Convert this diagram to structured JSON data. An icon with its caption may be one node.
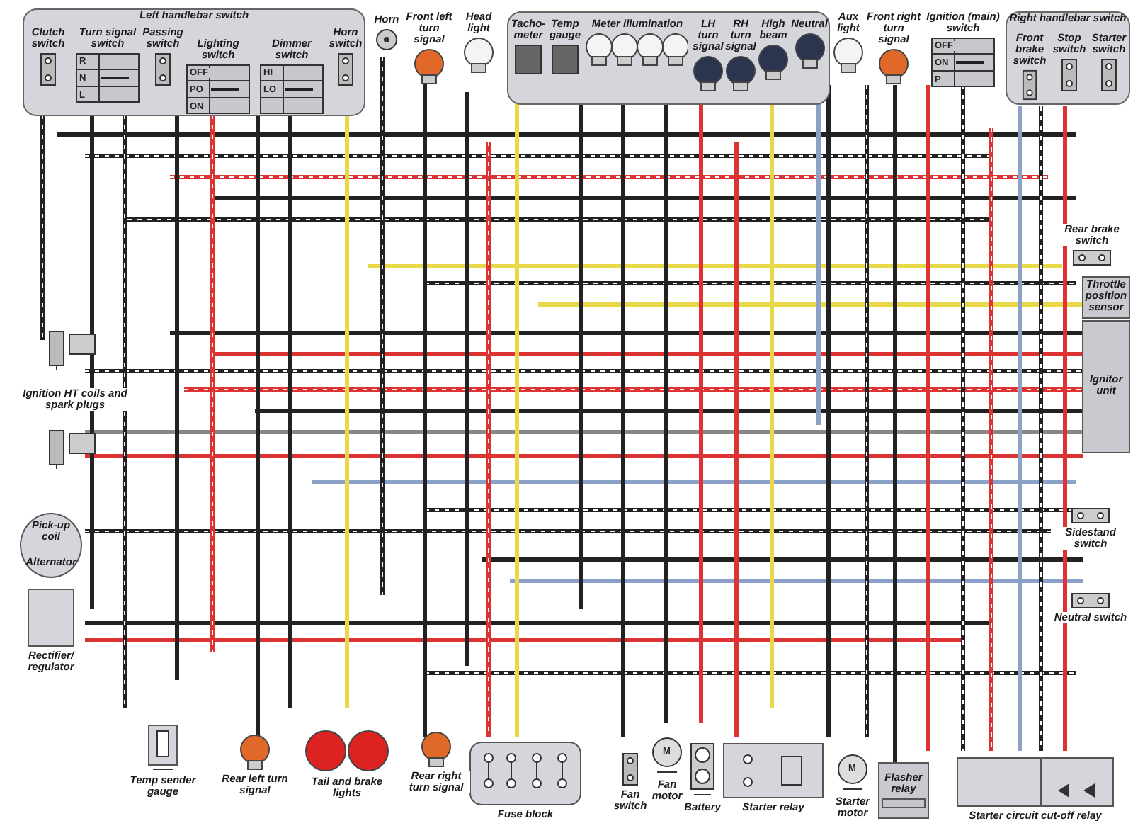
{
  "diagram": {
    "nodes": [
      {
        "text": [
          "Left handlebar switch"
        ]
      },
      {
        "text": [
          "Clutch switch"
        ],
        "in": 0
      },
      {
        "text": [
          "Turn signal switch"
        ],
        "in": 0
      },
      {
        "text": [
          "Passing switch"
        ],
        "in": 0
      },
      {
        "text": [
          "Lighting switch"
        ],
        "in": 0
      },
      {
        "text": [
          "Dimmer switch"
        ],
        "in": 0
      },
      {
        "text": [
          "Horn switch"
        ],
        "in": 0
      },
      {
        "text": [
          "Horn"
        ]
      },
      {
        "text": [
          "Front left turn signal"
        ]
      },
      {
        "text": [
          "Head light"
        ]
      },
      {
        "text": [],
        "shape": "box"
      },
      {
        "text": [
          "Tacho-meter"
        ],
        "in": 10
      },
      {
        "text": [
          "Temp gauge"
        ],
        "in": 10
      },
      {
        "text": [
          "Meter illumination"
        ],
        "in": 10
      },
      {
        "text": [
          "LH turn signal"
        ],
        "in": 10
      },
      {
        "text": [
          "RH turn signal"
        ],
        "in": 10
      },
      {
        "text": [
          "High beam"
        ],
        "in": 10
      },
      {
        "text": [
          "Neutral"
        ],
        "in": 10
      },
      {
        "text": [
          "Aux light"
        ]
      },
      {
        "text": [
          "Front right turn signal"
        ]
      },
      {
        "text": [
          "Ignition (main) switch"
        ]
      },
      {
        "text": [
          "Right handlebar switch"
        ]
      },
      {
        "text": [
          "Front brake switch"
        ],
        "in": 21
      },
      {
        "text": [
          "Stop switch"
        ],
        "in": 21
      },
      {
        "text": [
          "Starter switch"
        ],
        "in": 21
      },
      {
        "text": [
          "Rear brake switch"
        ]
      },
      {
        "text": [
          "Throttle position sensor"
        ]
      },
      {
        "text": [
          "Ignitor unit"
        ]
      },
      {
        "text": [
          "Sidestand switch"
        ]
      },
      {
        "text": [
          "Neutral switch"
        ]
      },
      {
        "text": [
          "Ignition HT coils and spark plugs"
        ]
      },
      {
        "text": [
          "Pick-up coil",
          "Alternator"
        ]
      },
      {
        "text": [
          "Rectifier/ regulator"
        ]
      },
      {
        "text": [
          "Temp sender gauge"
        ]
      },
      {
        "text": [
          "Rear left turn signal"
        ]
      },
      {
        "text": [
          "Tail and brake lights"
        ]
      },
      {
        "text": [
          "Rear right turn signal"
        ]
      },
      {
        "text": [
          "Fuse block"
        ]
      },
      {
        "text": [
          "Fan switch"
        ]
      },
      {
        "text": [
          "Fan motor"
        ]
      },
      {
        "text": [
          "Battery"
        ]
      },
      {
        "text": [
          "Starter relay"
        ]
      },
      {
        "text": [
          "Starter motor"
        ]
      },
      {
        "text": [
          "Flasher relay"
        ]
      },
      {
        "text": [
          "Starter circuit cut-off relay"
        ]
      }
    ],
    "labels": [
      "R",
      "N",
      "L",
      "OFF",
      "PO",
      "ON",
      "HI",
      "LO",
      "OFF",
      "ON",
      "P",
      "M",
      "M"
    ]
  }
}
